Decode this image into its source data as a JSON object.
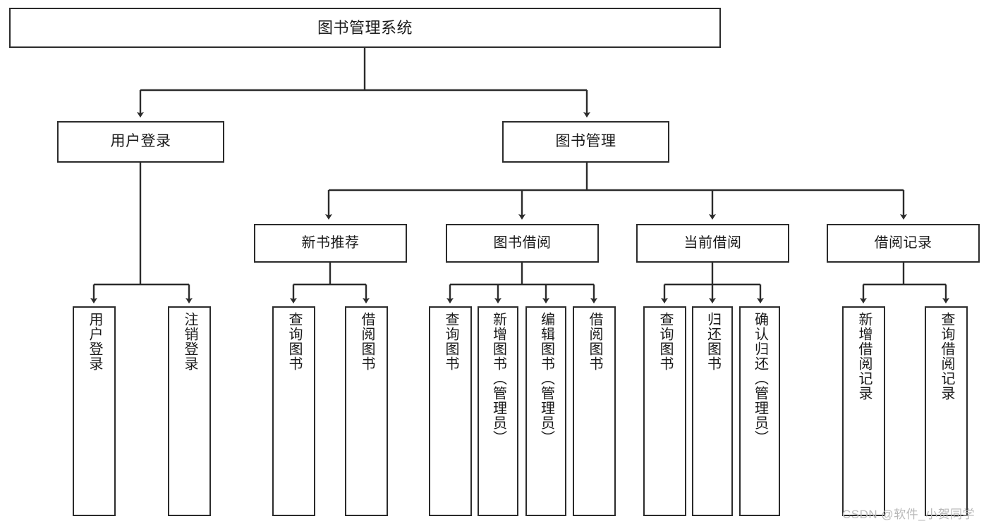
{
  "diagram": {
    "type": "tree-hierarchy-chart",
    "title": "图书管理系统",
    "stroke_color": "#2b2b2b",
    "fill_color": "#ffffff",
    "text_color": "#1a1a1a"
  },
  "root": {
    "label": "图书管理系统"
  },
  "level2": [
    {
      "label": "用户登录"
    },
    {
      "label": "图书管理"
    }
  ],
  "level3": [
    {
      "label": "新书推荐"
    },
    {
      "label": "图书借阅"
    },
    {
      "label": "当前借阅"
    },
    {
      "label": "借阅记录"
    }
  ],
  "leaves": {
    "user_login": [
      {
        "label": "用户登录"
      },
      {
        "label": "注销登录"
      }
    ],
    "new_book": [
      {
        "label": "查询图书"
      },
      {
        "label": "借阅图书"
      }
    ],
    "book_borrow": [
      {
        "label": "查询图书"
      },
      {
        "label": "新增图书（管理员）"
      },
      {
        "label": "编辑图书（管理员）"
      },
      {
        "label": "借阅图书"
      }
    ],
    "current_borrow": [
      {
        "label": "查询图书"
      },
      {
        "label": "归还图书"
      },
      {
        "label": "确认归还（管理员）"
      }
    ],
    "borrow_record": [
      {
        "label": "新增借阅记录"
      },
      {
        "label": "查询借阅记录"
      }
    ]
  },
  "watermark": {
    "text": "CSDN @软件_小贺同学"
  }
}
